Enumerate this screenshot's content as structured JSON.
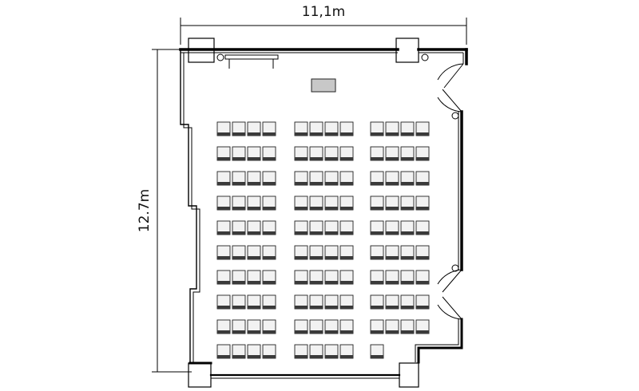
{
  "dimensions": {
    "width_label": "11,1m",
    "height_label": "12.7m"
  },
  "seating": {
    "rows": 10,
    "blocks": 3,
    "seats_per_row_per_block": 4,
    "last_row_right_block_seats": 1
  },
  "colors": {
    "wall": "#000000",
    "seat_back": "#3a3a3a",
    "seat_fill": "#f2f2f2",
    "lectern_fill": "#c8c8c8"
  }
}
